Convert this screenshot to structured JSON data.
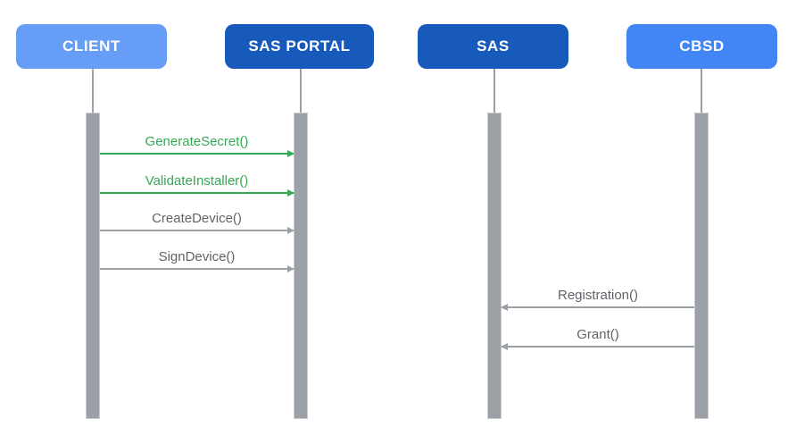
{
  "colors": {
    "background": "#ffffff",
    "lifeline": "#9aa0a6",
    "activation_bar": "#9aa0a6",
    "activation_bar_border": "#c8cbcf",
    "actor_text": "#ffffff",
    "green_message": "#34a853",
    "gray_message_text": "#5f6368",
    "gray_message_line": "#9aa0a6",
    "actor_light_blue": "#669df6",
    "actor_dark_blue": "#185abc",
    "actor_medium_blue": "#4285f4"
  },
  "actors": [
    {
      "label": "CLIENT",
      "color": "#669df6"
    },
    {
      "label": "SAS PORTAL",
      "color": "#185abc"
    },
    {
      "label": "SAS",
      "color": "#185abc"
    },
    {
      "label": "CBSD",
      "color": "#4285f4"
    }
  ],
  "messages": [
    {
      "label": "GenerateSecret()",
      "from": "CLIENT",
      "to": "SAS PORTAL",
      "direction": "right",
      "label_color": "#34a853",
      "arrow_color": "#34a853"
    },
    {
      "label": "ValidateInstaller()",
      "from": "CLIENT",
      "to": "SAS PORTAL",
      "direction": "right",
      "label_color": "#34a853",
      "arrow_color": "#34a853"
    },
    {
      "label": "CreateDevice()",
      "from": "CLIENT",
      "to": "SAS PORTAL",
      "direction": "right",
      "label_color": "#5f6368",
      "arrow_color": "#9aa0a6"
    },
    {
      "label": "SignDevice()",
      "from": "CLIENT",
      "to": "SAS PORTAL",
      "direction": "right",
      "label_color": "#5f6368",
      "arrow_color": "#9aa0a6"
    },
    {
      "label": "Registration()",
      "from": "CBSD",
      "to": "SAS",
      "direction": "left",
      "label_color": "#5f6368",
      "arrow_color": "#9aa0a6"
    },
    {
      "label": "Grant()",
      "from": "CBSD",
      "to": "SAS",
      "direction": "left",
      "label_color": "#5f6368",
      "arrow_color": "#9aa0a6"
    }
  ]
}
